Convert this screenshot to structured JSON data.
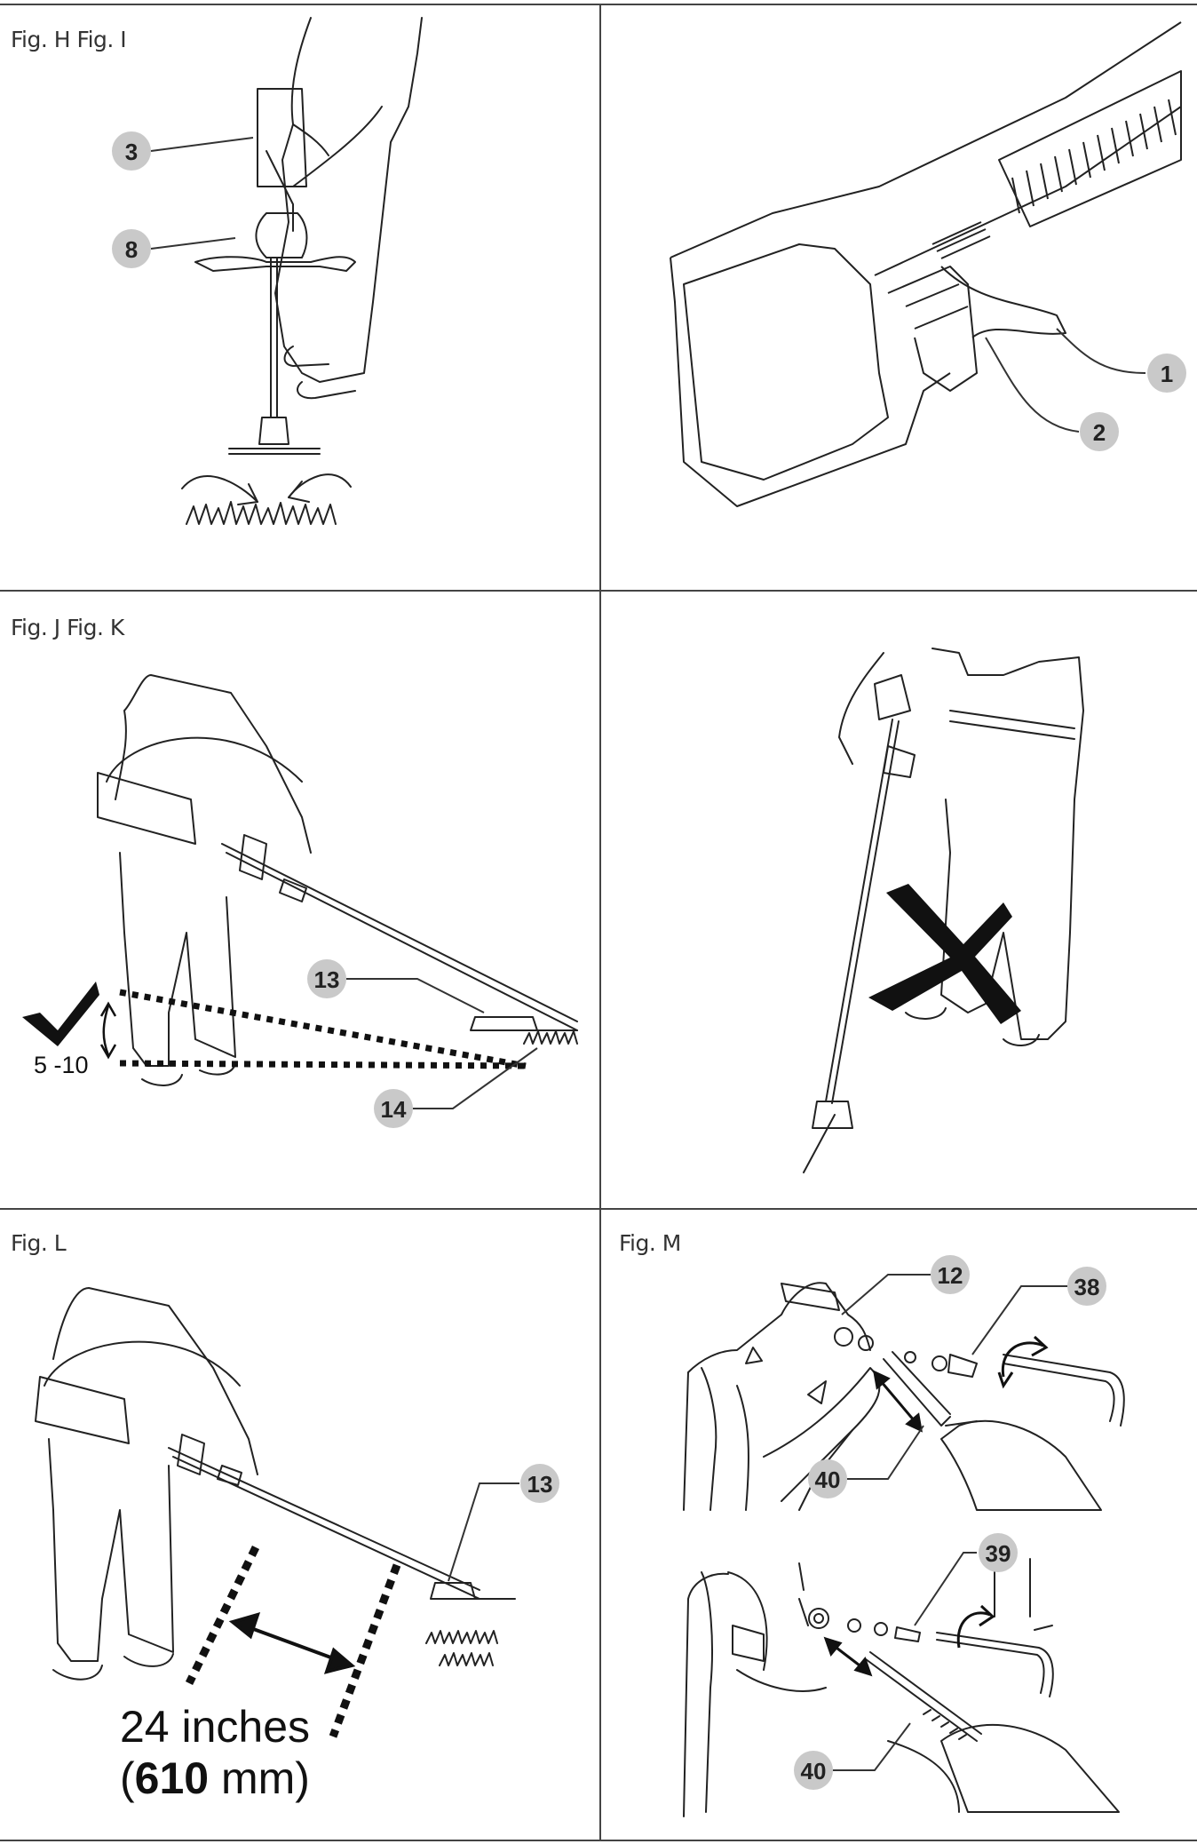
{
  "panels": {
    "top_left_label": "Fig. H Fig. I",
    "middle_left_label": "Fig. J Fig. K",
    "bottom_left_label": "Fig. L",
    "bottom_right_label": "Fig. M"
  },
  "callouts": {
    "h3": "3",
    "h8": "8",
    "i1": "1",
    "i2": "2",
    "j13": "13",
    "j14": "14",
    "l13": "13",
    "m12": "12",
    "m38": "38",
    "m40a": "40",
    "m39": "39",
    "m40b": "40"
  },
  "angle_range": "5 -10",
  "distance": {
    "line1": "24 inches",
    "open": "(",
    "value": "610",
    "unit": " mm)"
  },
  "icons": [
    "check-icon",
    "cross-icon",
    "double-arrow-icon",
    "curved-arrow-icon"
  ]
}
